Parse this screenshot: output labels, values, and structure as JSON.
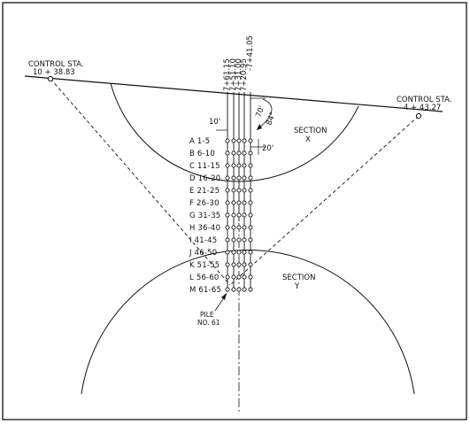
{
  "control_left": {
    "line1": "CONTROL STA.",
    "line2": "10 + 38.83"
  },
  "control_right": {
    "line1": "CONTROL STA.",
    "line2": "4 + 43.27"
  },
  "section_x": {
    "line1": "SECTION",
    "line2": "X"
  },
  "section_y": {
    "line1": "SECTION",
    "line2": "Y"
  },
  "stations": [
    "7+61.15",
    "7+51.10",
    "7+31.00",
    "7+20.95",
    "-7+41.05"
  ],
  "dims": {
    "ten": "10'",
    "twenty": "20'",
    "seventy": "70'",
    "angle": "84°"
  },
  "rows": [
    "A 1-5",
    "B 6-10",
    "C 11-15",
    "D 16-20",
    "E 21-25",
    "F 26-30",
    "G 31-35",
    "H 36-40",
    "I 41-45",
    "J 46-50",
    "K 51-55",
    "L 56-60",
    "M 61-65"
  ],
  "pile": {
    "line1": "PILE",
    "line2": "NO. 61"
  },
  "colors": {
    "ink": "#111111",
    "background": "#ffffff"
  }
}
